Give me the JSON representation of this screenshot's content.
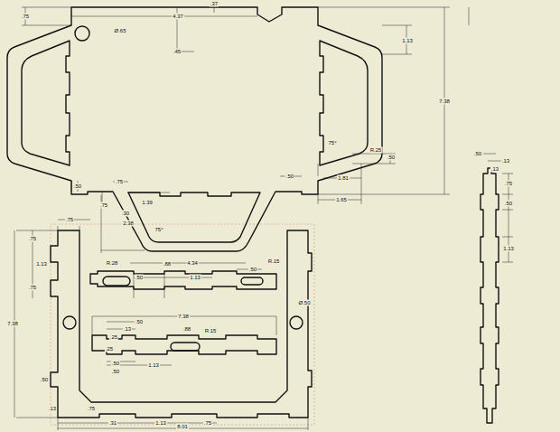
{
  "diagram": {
    "labels": [
      ".37",
      ".75",
      "4.37",
      "Ø.65",
      ".45",
      "1.13",
      "7.38",
      "1.81",
      "75°",
      "R.25",
      ".50",
      ".50",
      ".50",
      "1.65",
      ".75",
      ".75",
      "1.39",
      "75°",
      ".75",
      ".30",
      "2.38",
      ".75",
      "1.13",
      ".75",
      "7.38",
      "R.28",
      ".88",
      "4.34",
      "R.15",
      ".50",
      ".50",
      "1.13",
      "Ø.50",
      "7.38",
      ".50",
      ".13",
      ".88",
      "R.15",
      ".25",
      ".25",
      ".50",
      "1.13",
      ".50",
      ".50",
      ".13",
      ".75",
      ".31",
      "1.13",
      "8.01",
      ".75",
      ".50",
      ".13",
      ".13",
      ".75",
      ".50",
      "1.13"
    ]
  }
}
